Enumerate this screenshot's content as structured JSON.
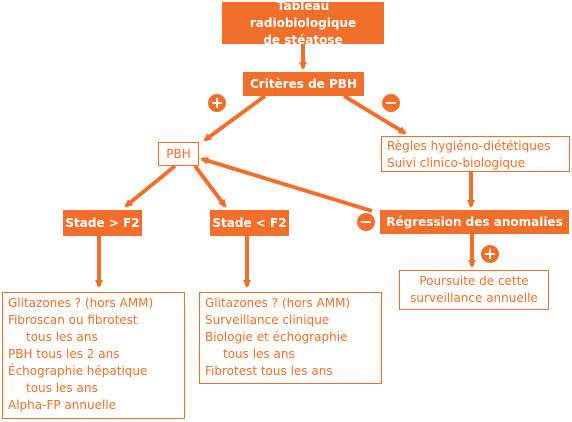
{
  "colors": {
    "accent": "#f26f2b",
    "text_on_accent": "#ffffff",
    "background": "#ffffff"
  },
  "nodes": {
    "title": {
      "lines": [
        "Tableau radiobiologique",
        "de stéatose"
      ]
    },
    "criteria": {
      "label": "Critères de PBH"
    },
    "pbh": {
      "label": "PBH"
    },
    "rules": {
      "lines": [
        "Règles hygiéno-diététiques",
        "Suivi clinico-biologique"
      ]
    },
    "stage_gt": {
      "label": "Stade > F2"
    },
    "stage_lt": {
      "label": "Stade < F2"
    },
    "regression": {
      "label": "Régression des anomalies"
    },
    "followup": {
      "lines": [
        "Poursuite de cette",
        "surveillance annuelle"
      ]
    },
    "list_gt": {
      "lines": [
        "Glitazones ? (hors AMM)",
        "Fibroscan ou fibrotest",
        "tous les ans",
        "PBH tous les 2 ans",
        "Échographie hépatique",
        "tous les ans",
        "Alpha-FP annuelle"
      ]
    },
    "list_lt": {
      "lines": [
        "Glitazones ? (hors AMM)",
        "Surveillance clinique",
        "Biologie et échographie",
        "tous les ans",
        "Fibrotest tous les ans"
      ]
    }
  },
  "signs": {
    "criteria_yes": "+",
    "criteria_no": "−",
    "regression_no": "−",
    "regression_yes": "+"
  }
}
